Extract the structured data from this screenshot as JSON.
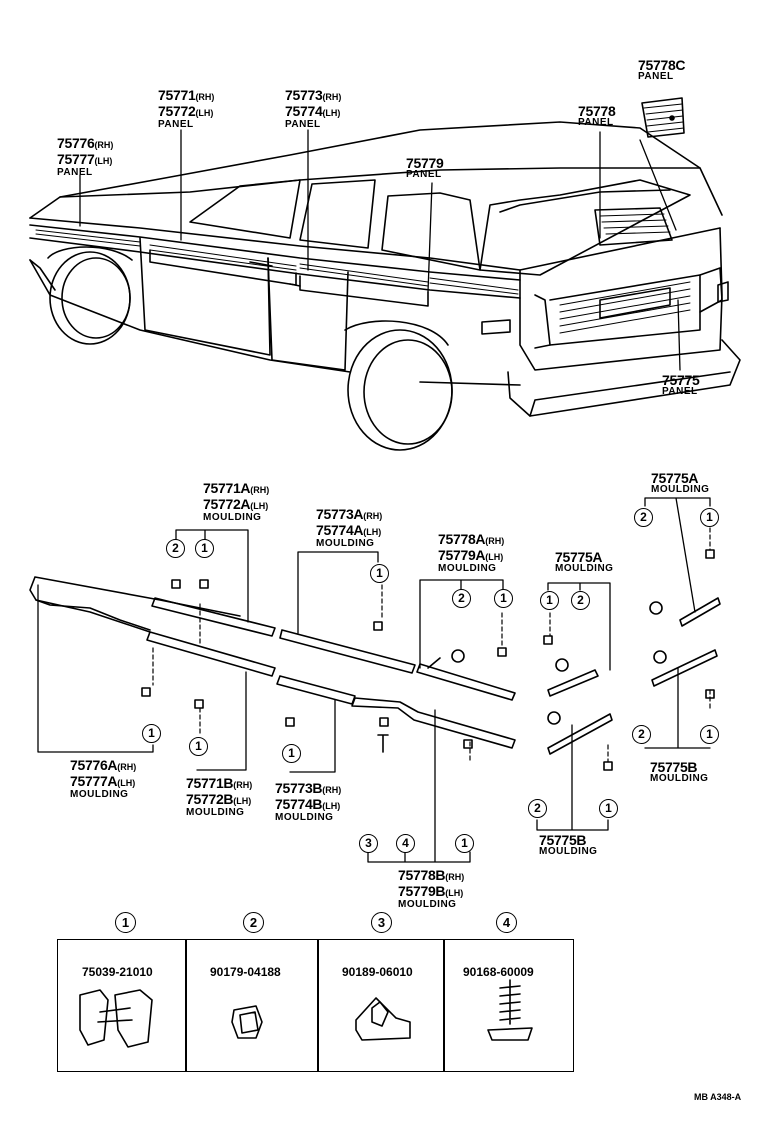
{
  "top_labels": {
    "p75776": {
      "rh": "75776",
      "rh_tag": "(RH)",
      "lh": "75777",
      "lh_tag": "(LH)",
      "name": "PANEL"
    },
    "p75771": {
      "rh": "75771",
      "rh_tag": "(RH)",
      "lh": "75772",
      "lh_tag": "(LH)",
      "name": "PANEL"
    },
    "p75773": {
      "rh": "75773",
      "rh_tag": "(RH)",
      "lh": "75774",
      "lh_tag": "(LH)",
      "name": "PANEL"
    },
    "p75779": {
      "num": "75779",
      "name": "PANEL"
    },
    "p75778": {
      "num": "75778",
      "name": "PANEL"
    },
    "p75778c": {
      "num": "75778C",
      "name": "PANEL"
    },
    "p75775": {
      "num": "75775",
      "name": "PANEL"
    }
  },
  "moulding_labels": {
    "m75771a": {
      "rh": "75771A",
      "rh_tag": "(RH)",
      "lh": "75772A",
      "lh_tag": "(LH)",
      "name": "MOULDING"
    },
    "m75773a": {
      "rh": "75773A",
      "rh_tag": "(RH)",
      "lh": "75774A",
      "lh_tag": "(LH)",
      "name": "MOULDING"
    },
    "m75778a": {
      "rh": "75778A",
      "rh_tag": "(RH)",
      "lh": "75779A",
      "lh_tag": "(LH)",
      "name": "MOULDING"
    },
    "m75775a_mid": {
      "num": "75775A",
      "name": "MOULDING"
    },
    "m75775a_right": {
      "num": "75775A",
      "name": "MOULDING"
    },
    "m75776a": {
      "rh": "75776A",
      "rh_tag": "(RH)",
      "lh": "75777A",
      "lh_tag": "(LH)",
      "name": "MOULDING"
    },
    "m75771b": {
      "rh": "75771B",
      "rh_tag": "(RH)",
      "lh": "75772B",
      "lh_tag": "(LH)",
      "name": "MOULDING"
    },
    "m75773b": {
      "rh": "75773B",
      "rh_tag": "(RH)",
      "lh": "75774B",
      "lh_tag": "(LH)",
      "name": "MOULDING"
    },
    "m75778b": {
      "rh": "75778B",
      "rh_tag": "(RH)",
      "lh": "75779B",
      "lh_tag": "(LH)",
      "name": "MOULDING"
    },
    "m75775b_mid": {
      "num": "75775B",
      "name": "MOULDING"
    },
    "m75775b_right": {
      "num": "75775B",
      "name": "MOULDING"
    }
  },
  "callout_numbers": {
    "one": "1",
    "two": "2",
    "three": "3",
    "four": "4"
  },
  "legend": [
    {
      "index": "1",
      "part_no": "75039-21010"
    },
    {
      "index": "2",
      "part_no": "90179-04188"
    },
    {
      "index": "3",
      "part_no": "90189-06010"
    },
    {
      "index": "4",
      "part_no": "90168-60009"
    }
  ],
  "diagram_code": "MB A348-A"
}
